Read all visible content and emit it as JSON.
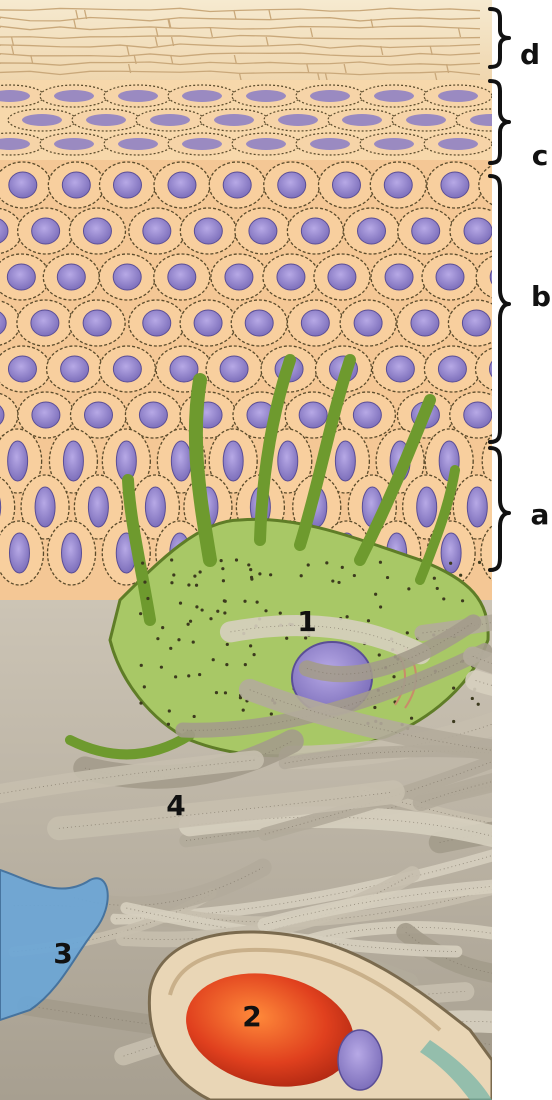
{
  "colors": {
    "background": "#ffffff",
    "stratum_corneum": "#f3e2c3",
    "cell_cytoplasm": "#f8cf9e",
    "cell_border": "#5a4a2a",
    "nucleus": "#8a7cc6",
    "langerhans_cell": "#8db04a",
    "dermis_fibers": "#b9b1a3",
    "red_blood_cell": "#e0401e",
    "vessel_blue": "#6aa6d8",
    "label_text": "#111111"
  },
  "layer_labels": [
    {
      "id": "d",
      "text": "d"
    },
    {
      "id": "c",
      "text": "c"
    },
    {
      "id": "b",
      "text": "b"
    },
    {
      "id": "a",
      "text": "a"
    }
  ],
  "structure_labels": [
    {
      "id": "1",
      "text": "1"
    },
    {
      "id": "2",
      "text": "2"
    },
    {
      "id": "3",
      "text": "3"
    },
    {
      "id": "4",
      "text": "4"
    }
  ]
}
